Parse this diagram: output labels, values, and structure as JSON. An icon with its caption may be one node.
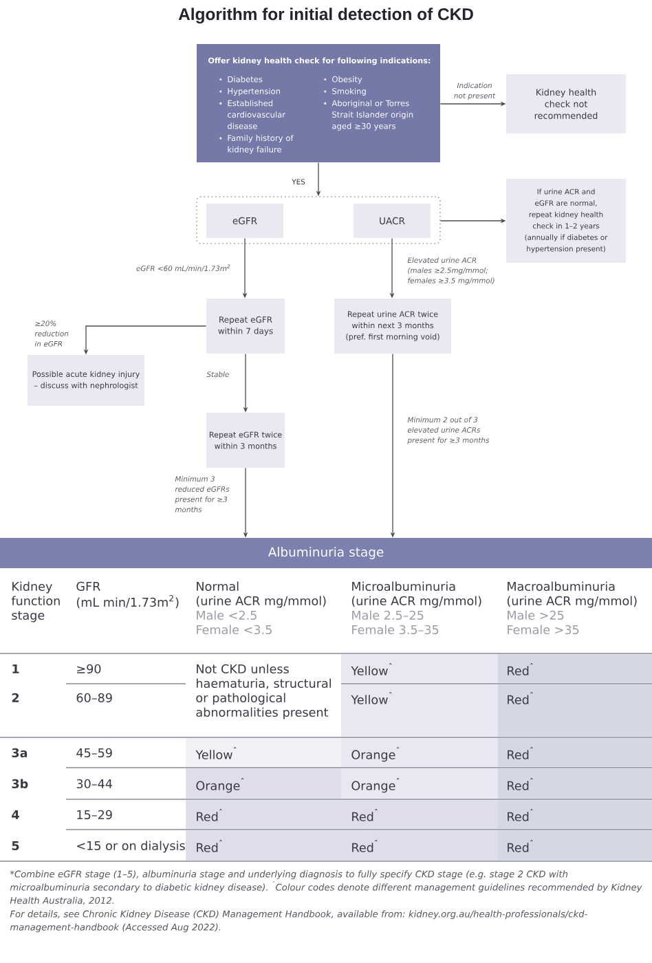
{
  "diagram": {
    "title": "Algorithm for initial detection of CKD",
    "nodes": [
      {
        "text": [
          "Offer kidney health check for following indications:",
          "Diabetes",
          "Hypertension",
          "Established cardiovascular disease",
          "Family history of kidney failure",
          "Obesity",
          "Smoking",
          "Aboriginal or Torres Strait Islander origin aged ≥30 years"
        ]
      },
      {
        "text": [
          "Kidney health check not recommended"
        ]
      },
      {
        "text": [],
        "shape": "box"
      },
      {
        "text": [
          "eGFR"
        ],
        "in": 2
      },
      {
        "text": [
          "UACR"
        ],
        "in": 2
      },
      {
        "text": [
          "If urine ACR and eGFR are normal, repeat kidney health check in 1–2 years (annually if diabetes or hypertension present)"
        ]
      },
      {
        "text": [
          "Repeat eGFR within 7 days"
        ]
      },
      {
        "text": [
          "Repeat urine ACR twice within next 3 months (pref. first morning void)"
        ]
      },
      {
        "text": [
          "Possible acute kidney injury – discuss with nephrologist"
        ]
      },
      {
        "text": [
          "Repeat eGFR twice within 3 months"
        ]
      },
      {
        "text": [
          "Albuminuria stage"
        ]
      }
    ],
    "edges": [
      {
        "from": 0,
        "to": 1,
        "arrow": "to",
        "label": "Indication not present"
      },
      {
        "from": 0,
        "to": 2,
        "arrow": "to",
        "label": "YES"
      },
      {
        "from": 2,
        "to": 5,
        "arrow": "to"
      },
      {
        "from": 3,
        "to": 6,
        "arrow": "to",
        "label": "eGFR <60 mL/min/1.73m$^{2}$"
      },
      {
        "from": 4,
        "to": 7,
        "arrow": "to",
        "label": "Elevated urine ACR (males ≥2.5mg/mmol; females ≥3.5 mg/mmol)"
      },
      {
        "from": 6,
        "to": 8,
        "arrow": "to",
        "label": "≥20% reduction in eGFR"
      },
      {
        "from": 6,
        "to": 9,
        "arrow": "to",
        "label": "Stable"
      },
      {
        "from": 9,
        "to": 10,
        "arrow": "to",
        "label": "Minimum 3 reduced eGFRs present for ≥3 months"
      },
      {
        "from": 7,
        "to": 10,
        "arrow": "to",
        "label": "Minimum 2 out of 3 elevated urine ACRs present for ≥3 months"
      }
    ],
    "labels": [
      "Kidney function stage",
      "GFR",
      "(mL min/1.73m$^{2}$)",
      "Normal",
      "(urine ACR mg/mmol)",
      "Male <2.5",
      "Female <3.5",
      "Microalbuminuria",
      "(urine ACR mg/mmol)",
      "Male 2.5–25",
      "Female 3.5–35",
      "Macroalbuminuria",
      "(urine ACR mg/mmol)",
      "Male >25",
      "Female >35",
      "1",
      "≥90",
      "Not CKD unless haematuria, structural or pathological abnormalities present",
      "Yellow$^{ˆ}$",
      "Red$^{ˆ}$",
      "2",
      "60–89",
      "Yellow$^{ˆ}$",
      "Red$^{ˆ}$",
      "3a",
      "45–59",
      "Yellow$^{ˆ}$",
      "Orange$^{ˆ}$",
      "Red$^{ˆ}$",
      "3b",
      "30–44",
      "Orange$^{ˆ}$",
      "Orange$^{ˆ}$",
      "Red$^{ˆ}$",
      "4",
      "15–29",
      "Red$^{ˆ}$",
      "Red$^{ˆ}$",
      "Red$^{ˆ}$",
      "5",
      "<15 or on dialysis",
      "Red$^{ˆ}$",
      "Red$^{ˆ}$",
      "Red$^{ˆ}$",
      "*Combine eGFR stage (1–5), albuminuria stage and underlying diagnosis to fully specify CKD stage (e.g. stage 2 CKD with microalbuminuria secondary to diabetic kidney disease). $^{ˆ}$Colour codes denote different management guidelines recommended by Kidney Health Australia, 2012.",
      "For details, see Chronic Kidney Disease (CKD) Management Handbook, available from: kidney.org.au/health-professionals/ckd-management-handbook (Accessed Aug 2022)."
    ]
  }
}
